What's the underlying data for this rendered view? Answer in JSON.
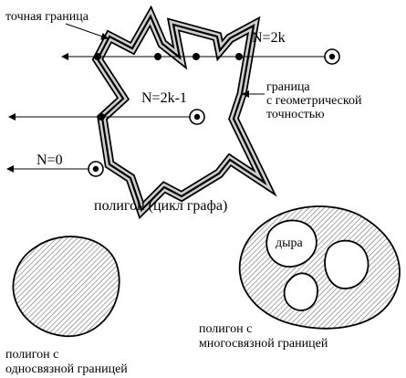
{
  "labels": {
    "exact_boundary": "точная граница",
    "n_2k": "N=2k",
    "n_2k_minus_1": "N=2k-1",
    "n_0": "N=0",
    "geometric_boundary_line1": "граница",
    "geometric_boundary_line2": "с геометрической",
    "geometric_boundary_line3": "точностью",
    "polygon_cycle": "полигон (цикл графа)",
    "hole": "дыра",
    "simply_connected_line1": "полигон с",
    "simply_connected_line2": "односвязной границей",
    "multiply_connected_line1": "полигон с",
    "multiply_connected_line2": "многосвязной границей"
  },
  "colors": {
    "ink": "#000000",
    "hatch": "#6e6e6e",
    "band_fill": "#cfcfcf",
    "paper": "#ffffff"
  }
}
